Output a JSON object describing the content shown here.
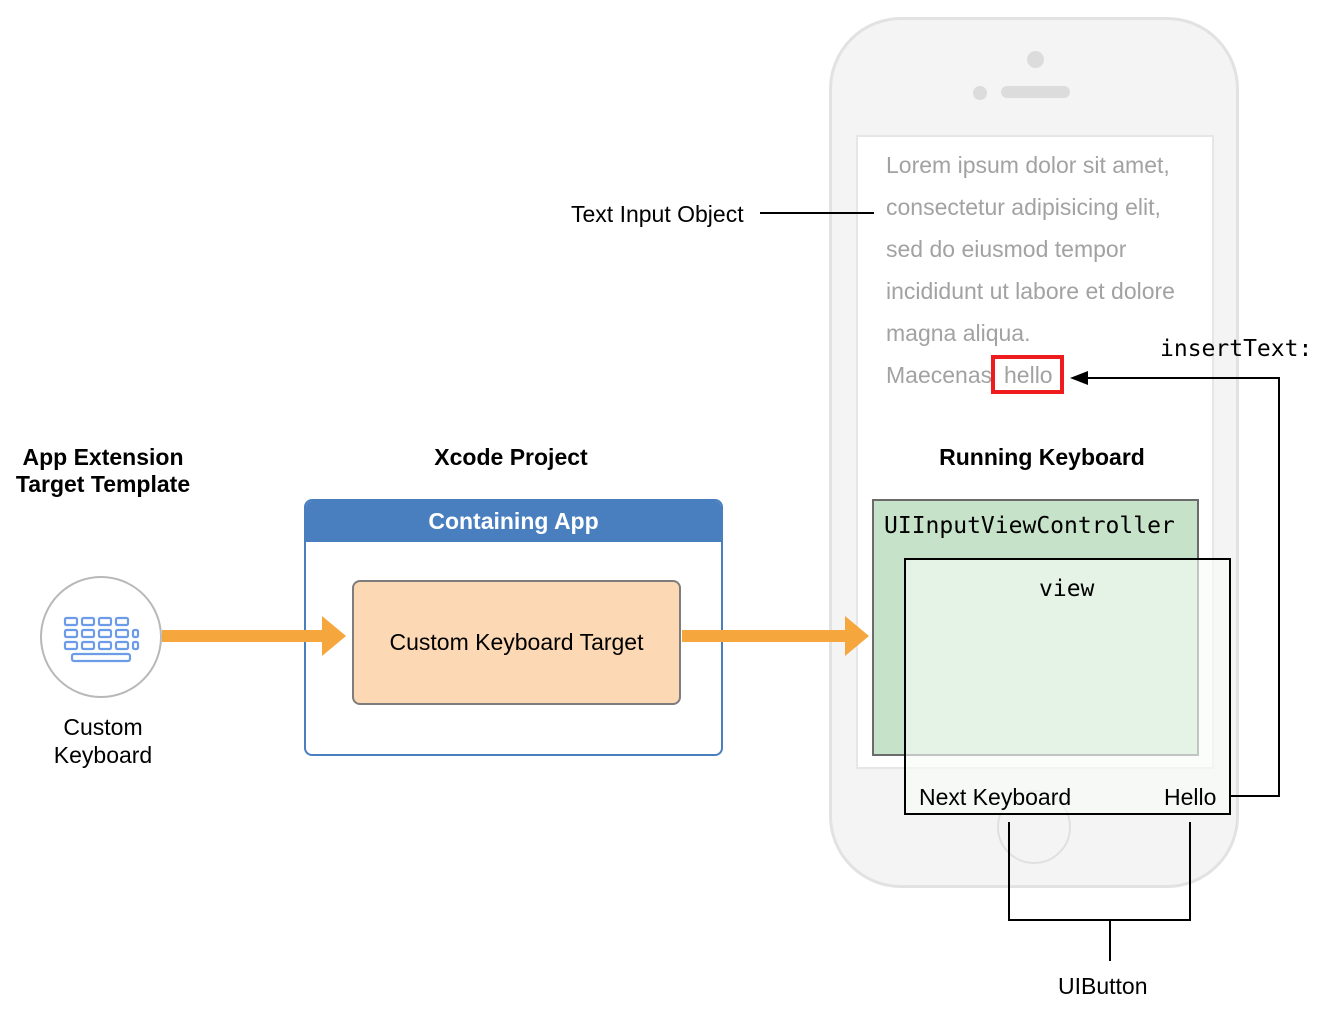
{
  "template_column": {
    "title": "App Extension\nTarget Template",
    "icon": "keyboard-icon",
    "label": "Custom\nKeyboard"
  },
  "xcode_column": {
    "title": "Xcode Project",
    "containing_app": "Containing App",
    "target": "Custom Keyboard Target"
  },
  "device_column": {
    "title": "Running Keyboard",
    "text_input_label": "Text Input Object",
    "lorem_lines": [
      "Lorem ipsum dolor sit amet,",
      "consectetur adipisicing elit,",
      "sed do eiusmod tempor",
      "incididunt ut labore et dolore",
      "magna aliqua."
    ],
    "last_line_prefix": "Maecenas",
    "inserted_word": "hello",
    "controller_label": "UIInputViewController",
    "view_label": "view",
    "next_keyboard_button": "Next Keyboard",
    "hello_button": "Hello",
    "insert_text_label": "insertText:",
    "button_class_label": "UIButton"
  },
  "colors": {
    "arrow": "#f5a73e",
    "containing_app_header": "#4a7fbf",
    "target_fill": "#fcd9b4",
    "controller_fill": "#c6e2c8",
    "highlight": "#ee1c1c",
    "placeholder_text": "#a2a2a2",
    "key_icon": "#6c9be8"
  }
}
